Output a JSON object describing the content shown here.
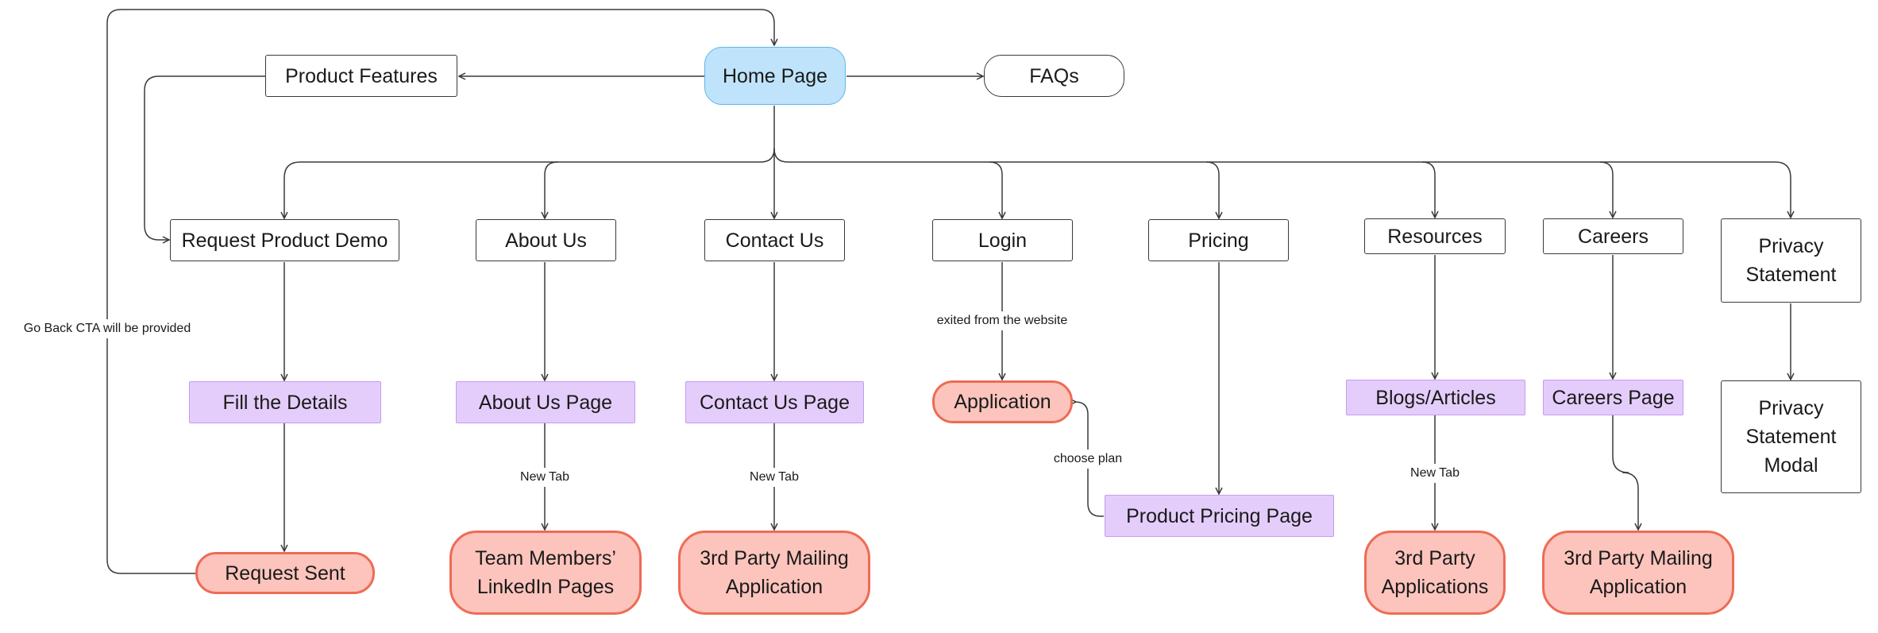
{
  "nodes": {
    "home": "Home Page",
    "product_features": "Product Features",
    "faqs": "FAQs",
    "request_demo": "Request Product Demo",
    "about_us": "About Us",
    "contact_us": "Contact Us",
    "login": "Login",
    "pricing": "Pricing",
    "resources": "Resources",
    "careers": "Careers",
    "privacy_statement": "Privacy\nStatement",
    "fill_details": "Fill the Details",
    "about_us_page": "About Us Page",
    "contact_us_page": "Contact Us Page",
    "application": "Application",
    "blogs_articles": "Blogs/Articles",
    "careers_page": "Careers Page",
    "privacy_modal": "Privacy\nStatement\nModal",
    "product_pricing_page": "Product Pricing Page",
    "request_sent": "Request Sent",
    "team_linkedin": "Team Members’\nLinkedIn Pages",
    "mailing_app_1": "3rd Party Mailing\nApplication",
    "third_party_apps": "3rd Party\nApplications",
    "mailing_app_2": "3rd Party Mailing\nApplication"
  },
  "edge_labels": {
    "go_back": "Go Back CTA will be provided",
    "exited": "exited from the website",
    "new_tab_about": "New Tab",
    "new_tab_contact": "New Tab",
    "choose_plan": "choose plan",
    "new_tab_resources": "New Tab"
  },
  "colors": {
    "line": "#3a3a3a",
    "home_fill": "#bfe3fb",
    "purple_fill": "#e4cdfb",
    "red_fill": "#fcc4bc",
    "red_border": "#ee6b55"
  }
}
